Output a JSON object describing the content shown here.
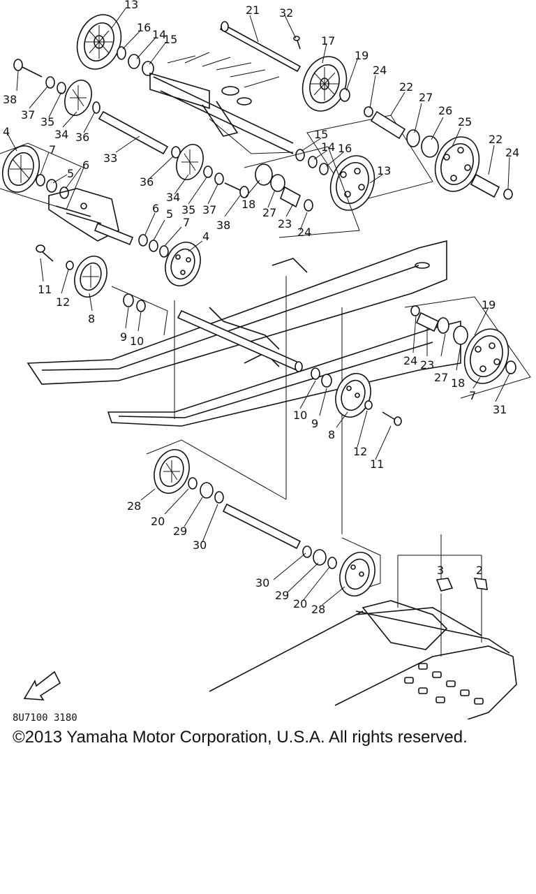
{
  "diagram_code": "8U7100 3180",
  "copyright": "©2013 Yamaha Motor Corporation, U.S.A. All rights reserved.",
  "fwd_label": "FWD",
  "callouts": [
    "13",
    "16",
    "14",
    "15",
    "21",
    "32",
    "17",
    "19",
    "24",
    "22",
    "27",
    "26",
    "25",
    "22",
    "24",
    "38",
    "37",
    "35",
    "34",
    "36",
    "33",
    "36",
    "34",
    "35",
    "37",
    "38",
    "15",
    "14",
    "16",
    "13",
    "18",
    "27",
    "23",
    "24",
    "4",
    "7",
    "5",
    "6",
    "6",
    "5",
    "7",
    "4",
    "11",
    "12",
    "8",
    "9",
    "10",
    "19",
    "24",
    "23",
    "27",
    "18",
    "7",
    "31",
    "10",
    "9",
    "8",
    "12",
    "11",
    "28",
    "20",
    "29",
    "30",
    "30",
    "29",
    "20",
    "28",
    "3",
    "2"
  ]
}
